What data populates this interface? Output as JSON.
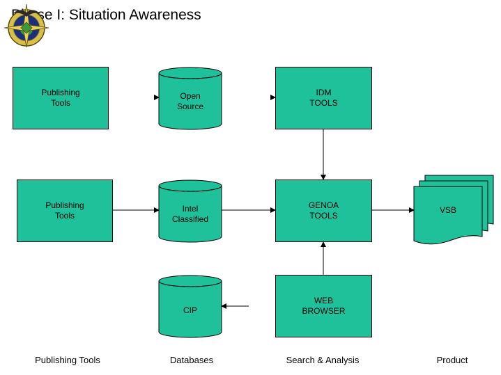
{
  "title": "Phase I:  Situation Awareness",
  "colors": {
    "fill": "#1fc19a",
    "stroke": "#000000",
    "background": "#ffffff"
  },
  "logo": {
    "icon": "seal-emblem-icon"
  },
  "nodes": {
    "publishing_tools_1": "Publishing\nTools",
    "publishing_tools_2": "Publishing\nTools",
    "open_source": "Open\nSource",
    "intel_classified": "Intel\nClassified",
    "cip": "CIP",
    "idm_tools": "IDM\nTOOLS",
    "genoa_tools": "GENOA\nTOOLS",
    "web_browser": "WEB\nBROWSER",
    "vsb": "VSB"
  },
  "columns": {
    "publishing": "Publishing Tools",
    "databases": "Databases",
    "search": "Search & Analysis",
    "product": "Product"
  }
}
